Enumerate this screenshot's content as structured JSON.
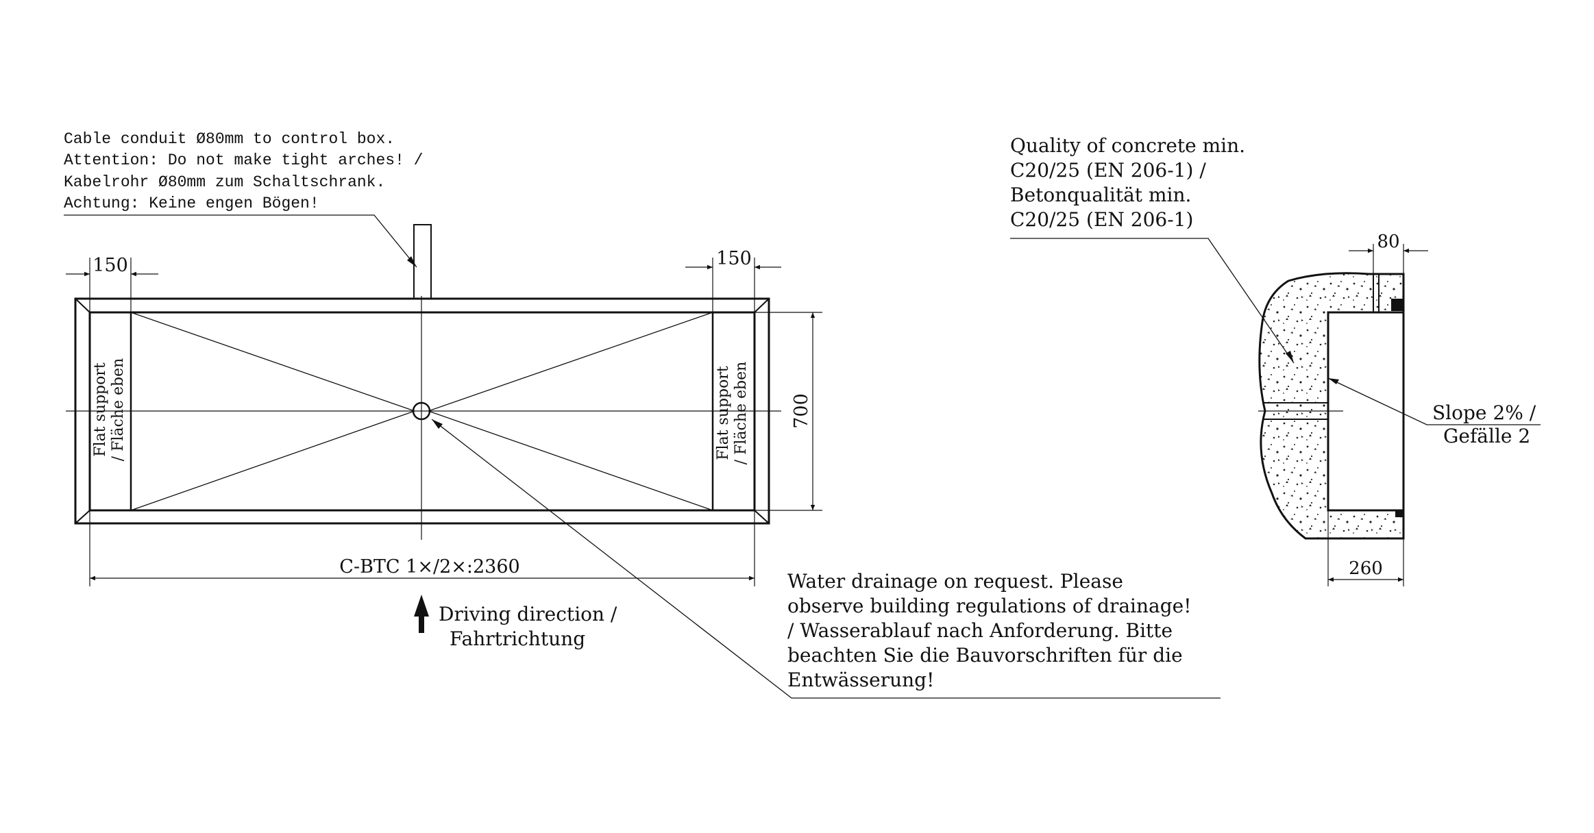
{
  "dimensions": {
    "left_inset": "150",
    "right_inset": "150",
    "width": "700",
    "overall_length": "C-BTC 1×/2×:2360",
    "section_top_width": "80",
    "section_depth": "260"
  },
  "notes": {
    "cable_conduit": [
      "Cable conduit  Ø80mm to control box.",
      "Attention: Do not make tight arches! /",
      "Kabelrohr Ø80mm zum Schaltschrank.",
      "Achtung: Keine engen Bögen!"
    ],
    "concrete_quality": [
      "Quality of concrete min.",
      "C20/25 (EN 206-1) /",
      "Betonqualität min.",
      "C20/25 (EN 206-1)"
    ],
    "water_drainage": [
      "Water drainage on request. Please",
      "observe building regulations of drainage!",
      "/ Wasserablauf nach Anforderung. Bitte",
      "beachten Sie die Bauvorschriften für die",
      "Entwässerung!"
    ],
    "driving_direction": [
      "Driving direction /",
      "Fahrtrichtung"
    ],
    "slope": [
      "Slope 2% /",
      "Gefälle 2"
    ]
  },
  "labels": {
    "flat_support_left": [
      "Flat support",
      "/ Fläche eben"
    ],
    "flat_support_right": [
      "Flat support",
      "/ Fläche eben"
    ]
  },
  "colors": {
    "line": "#111111",
    "background": "#ffffff"
  }
}
